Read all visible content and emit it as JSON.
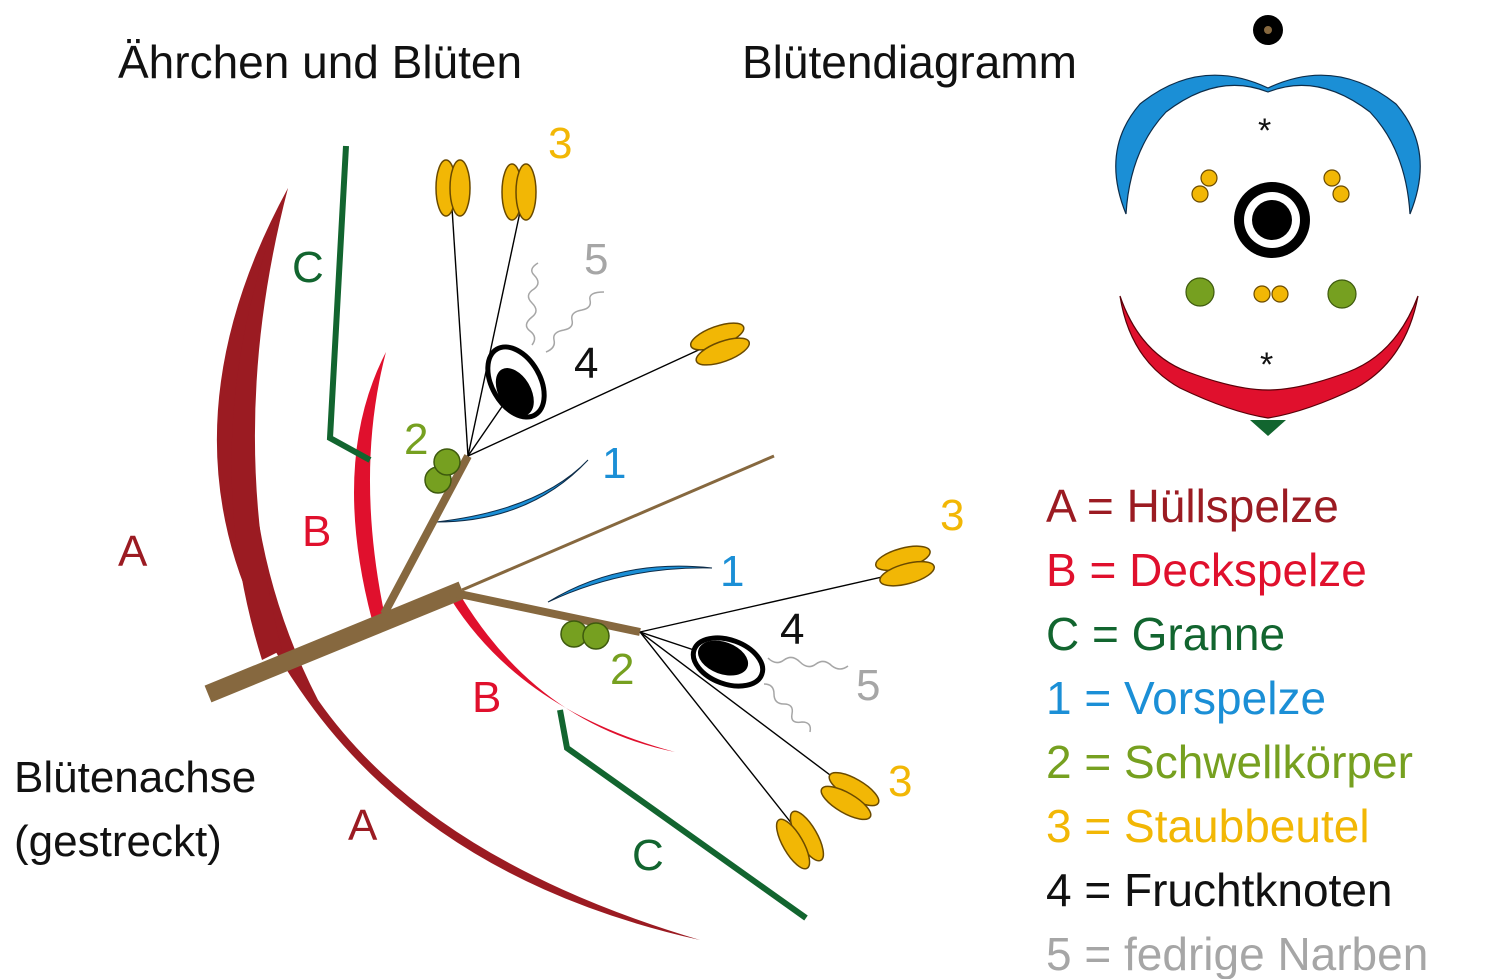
{
  "titles": {
    "spikelet": "Ährchen und Blüten",
    "floral_diagram": "Blütendiagramm",
    "axis": [
      "Blütenachse",
      "(gestreckt)"
    ]
  },
  "labels": {
    "A": "A",
    "B": "B",
    "C": "C",
    "n1": "1",
    "n2": "2",
    "n3": "3",
    "n4": "4",
    "n5": "5"
  },
  "legend": [
    {
      "text": "A = Hüllspelze",
      "color": "#9b1b22"
    },
    {
      "text": "B = Deckspelze",
      "color": "#e0102d"
    },
    {
      "text": "C = Granne",
      "color": "#12652f"
    },
    {
      "text": "1 = Vorspelze",
      "color": "#1b8fd6"
    },
    {
      "text": "2 = Schwellkörper",
      "color": "#76a020"
    },
    {
      "text": "3 = Staubbeutel",
      "color": "#f2b705"
    },
    {
      "text": "4 = Fruchtknoten",
      "color": "#111111"
    },
    {
      "text": "5 = fedrige Narben",
      "color": "#a6a6a6"
    }
  ],
  "colors": {
    "huellspelze": "#9b1b22",
    "deckspelze": "#e0102d",
    "granne": "#12652f",
    "vorspelze": "#1b8fd6",
    "schwellkoerper": "#76a020",
    "staubbeutel": "#f2b705",
    "fruchtknoten": "#111111",
    "narben": "#a6a6a6",
    "achse": "#86683f"
  },
  "symbols": {
    "asterisk": "*"
  }
}
